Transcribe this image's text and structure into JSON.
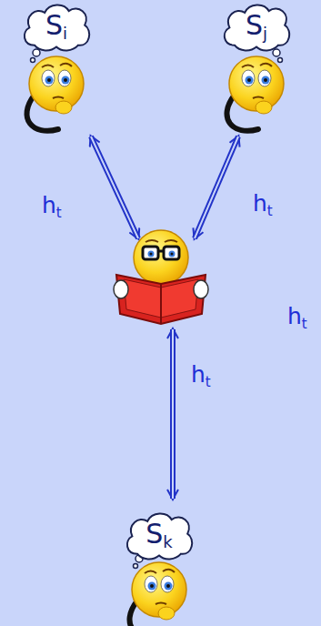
{
  "diagram": {
    "nodes": [
      {
        "text": [
          "Si"
        ]
      },
      {
        "text": [
          "Sj"
        ]
      },
      {
        "text": [
          "Sk"
        ]
      }
    ],
    "labels": [
      "ht",
      "ht",
      "ht",
      "ht"
    ]
  }
}
